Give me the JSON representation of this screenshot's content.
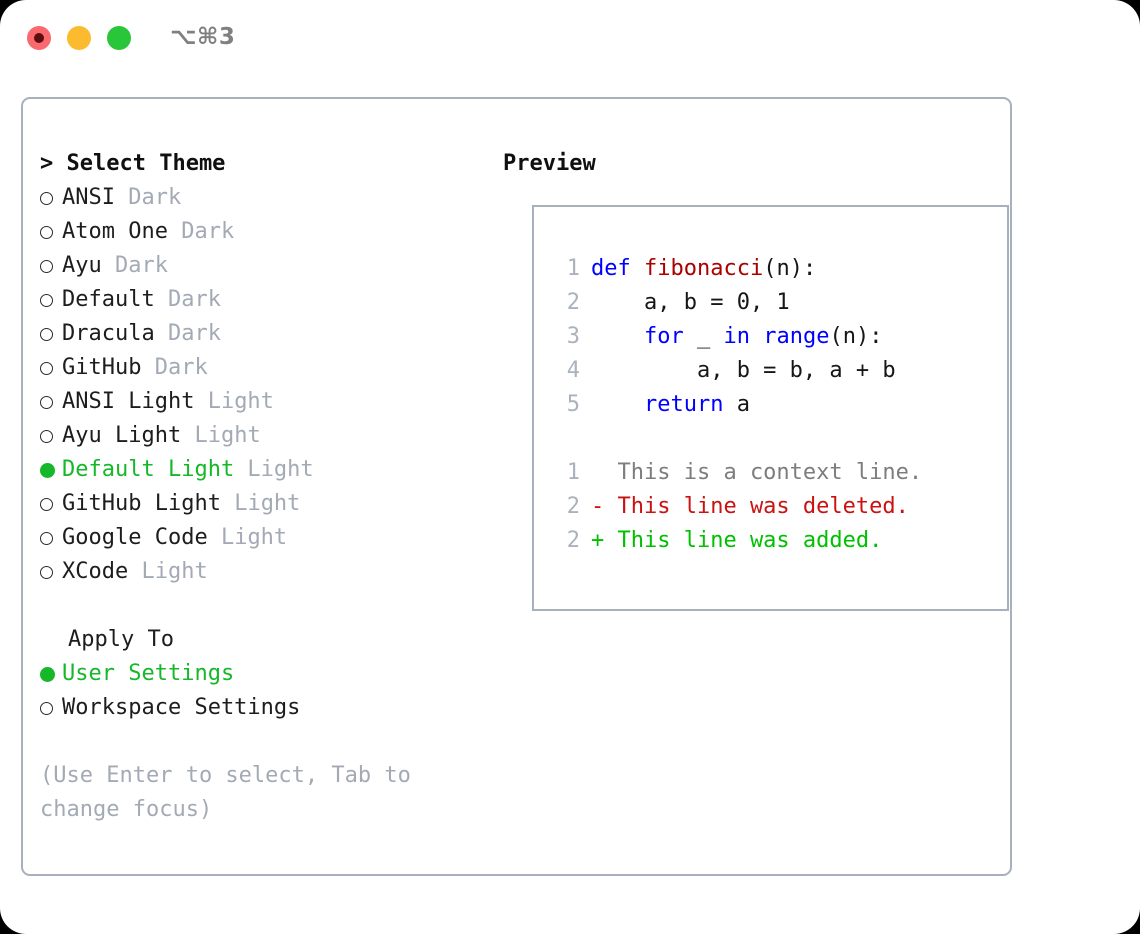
{
  "titlebar": {
    "shortcut": "⌥⌘3",
    "buttons": [
      {
        "name": "close",
        "color": "#f9696e"
      },
      {
        "name": "minimize",
        "color": "#fcbb2e"
      },
      {
        "name": "maximize",
        "color": "#2ac63a"
      }
    ]
  },
  "theme_panel": {
    "header": "> Select Theme",
    "items": [
      {
        "label": "ANSI",
        "tag": "Dark",
        "selected": false
      },
      {
        "label": "Atom One",
        "tag": "Dark",
        "selected": false
      },
      {
        "label": "Ayu",
        "tag": "Dark",
        "selected": false
      },
      {
        "label": "Default",
        "tag": "Dark",
        "selected": false
      },
      {
        "label": "Dracula",
        "tag": "Dark",
        "selected": false
      },
      {
        "label": "GitHub",
        "tag": "Dark",
        "selected": false
      },
      {
        "label": "ANSI Light",
        "tag": "Light",
        "selected": false
      },
      {
        "label": "Ayu Light",
        "tag": "Light",
        "selected": false
      },
      {
        "label": "Default Light",
        "tag": "Light",
        "selected": true
      },
      {
        "label": "GitHub Light",
        "tag": "Light",
        "selected": false
      },
      {
        "label": "Google Code",
        "tag": "Light",
        "selected": false
      },
      {
        "label": "XCode",
        "tag": "Light",
        "selected": false
      }
    ],
    "apply_to": {
      "header": "Apply To",
      "items": [
        {
          "label": "User Settings",
          "selected": true
        },
        {
          "label": "Workspace Settings",
          "selected": false
        }
      ]
    },
    "hint": "(Use Enter to select, Tab to change focus)"
  },
  "preview": {
    "header": "Preview",
    "code_lines": [
      {
        "num": "1",
        "tokens": [
          {
            "text": "def ",
            "type": "kw"
          },
          {
            "text": "fibonacci",
            "type": "fn"
          },
          {
            "text": "(n):",
            "type": "pln"
          }
        ]
      },
      {
        "num": "2",
        "tokens": [
          {
            "text": "    a, b = 0, 1",
            "type": "pln"
          }
        ]
      },
      {
        "num": "3",
        "tokens": [
          {
            "text": "    ",
            "type": "pln"
          },
          {
            "text": "for",
            "type": "kw"
          },
          {
            "text": " _ ",
            "type": "pln"
          },
          {
            "text": "in",
            "type": "kw"
          },
          {
            "text": " ",
            "type": "pln"
          },
          {
            "text": "range",
            "type": "kw"
          },
          {
            "text": "(n):",
            "type": "pln"
          }
        ]
      },
      {
        "num": "4",
        "tokens": [
          {
            "text": "        a, b = b, a + b",
            "type": "pln"
          }
        ]
      },
      {
        "num": "5",
        "tokens": [
          {
            "text": "    ",
            "type": "pln"
          },
          {
            "text": "return",
            "type": "kw"
          },
          {
            "text": " a",
            "type": "pln"
          }
        ]
      }
    ],
    "diff_lines": [
      {
        "num": "1",
        "marker": " ",
        "text": "This is a context line.",
        "kind": "ctx"
      },
      {
        "num": "2",
        "marker": "-",
        "text": "This line was deleted.",
        "kind": "del"
      },
      {
        "num": "2",
        "marker": "+",
        "text": "This line was added.",
        "kind": "add"
      }
    ]
  },
  "colors": {
    "selected_green": "#16b829",
    "muted_grey": "#a3aab5",
    "border": "#a7b0bd",
    "keyword_blue": "#0000ff",
    "function_red": "#aa0000",
    "diff_add": "#00c000",
    "diff_del": "#cc1111"
  }
}
